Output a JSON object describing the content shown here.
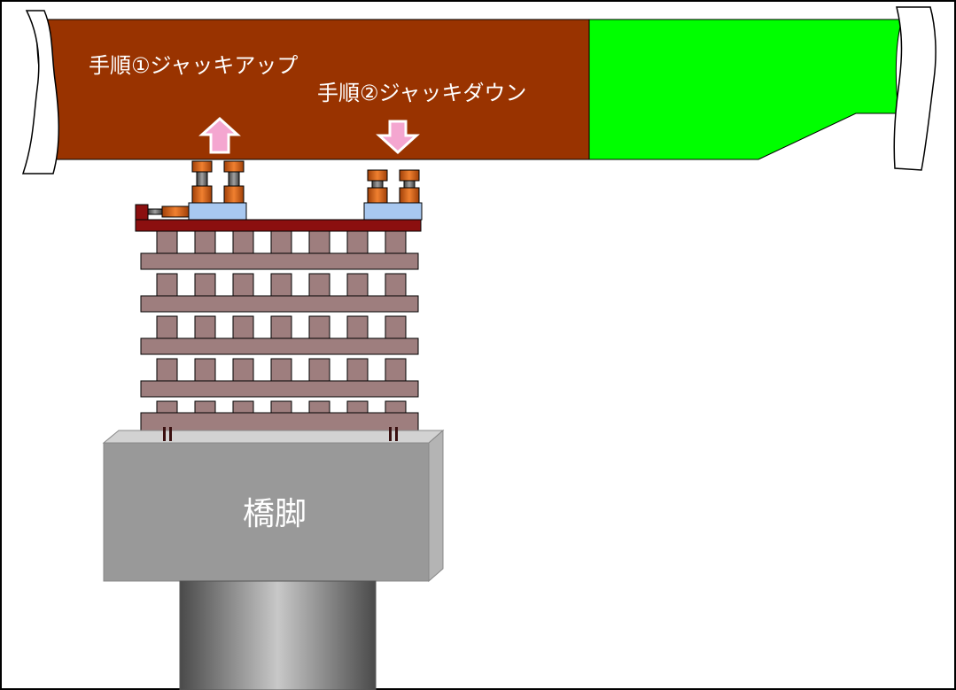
{
  "diagram": {
    "step1_label": "手順①ジャッキアップ",
    "step2_label": "手順②ジャッキダウン",
    "pier_label": "橋脚"
  },
  "colors": {
    "girder_brown": "#993300",
    "girder_green": "#00ff00",
    "crib_timber": "#9e7e7e",
    "base_plate": "#8b0f0f",
    "jack_pad": "#a8c8f0",
    "jack_cylinder": "#e06010",
    "jack_piston": "#707070",
    "arrow": "#f4a6d0",
    "pier_gray": "#999999"
  }
}
